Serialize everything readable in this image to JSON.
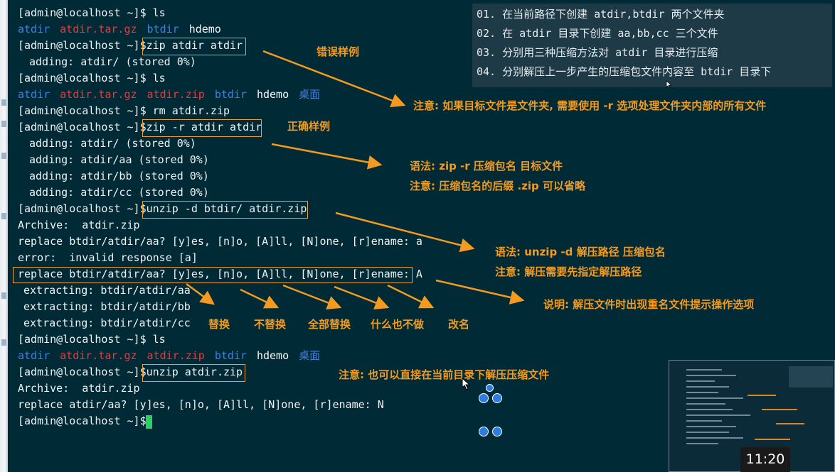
{
  "terminal": {
    "prompt": "[admin@localhost ~]$",
    "ls_1": [
      "atdir",
      "atdir.tar.gz",
      "btdir",
      "hdemo"
    ],
    "cmd_zip_wrong": "zip atdir atdir",
    "out_zip_wrong": "adding: atdir/ (stored 0%)",
    "cmd_ls_2": "ls",
    "ls_2": [
      "atdir",
      "atdir.tar.gz",
      "atdir.zip",
      "btdir",
      "hdemo",
      "桌面"
    ],
    "cmd_rm": "rm atdir.zip",
    "cmd_zip_r": "zip -r atdir atdir",
    "out_zip_r": [
      "adding: atdir/ (stored 0%)",
      "adding: atdir/aa (stored 0%)",
      "adding: atdir/bb (stored 0%)",
      "adding: atdir/cc (stored 0%)"
    ],
    "cmd_unzip_d": "unzip -d btdir/ atdir.zip",
    "archive_1": "Archive:  atdir.zip",
    "replace_1": "replace btdir/atdir/aa? [y]es, [n]o, [A]ll, [N]one, [r]ename: a",
    "error_1": "error:  invalid response [a]",
    "replace_2": "replace btdir/atdir/aa? [y]es, [n]o, [A]ll, [N]one, [r]ename: A",
    "extracting": [
      "extracting: btdir/atdir/aa",
      "extracting: btdir/atdir/bb",
      "extracting: btdir/atdir/cc"
    ],
    "cmd_ls_3": "ls",
    "ls_3": [
      "atdir",
      "atdir.tar.gz",
      "atdir.zip",
      "btdir",
      "hdemo",
      "桌面"
    ],
    "cmd_unzip": "unzip atdir.zip",
    "archive_2": "Archive:  atdir.zip",
    "replace_3": "replace atdir/aa? [y]es, [n]o, [A]ll, [N]one, [r]ename: N"
  },
  "notes": [
    "01. 在当前路径下创建 atdir,btdir 两个文件夹",
    "02. 在 atdir 目录下创建 aa,bb,cc 三个文件",
    "03. 分别用三种压缩方法对 atdir 目录进行压缩",
    "04. 分别解压上一步产生的压缩包文件内容至 btdir 目录下"
  ],
  "annotations": {
    "wrong_example": "错误样例",
    "note_folder": "注意: 如果目标文件是文件夹, 需要使用 -r 选项处理文件夹内部的所有文件",
    "right_example": "正确样例",
    "syntax_zip": "语法: zip -r 压缩包名 目标文件",
    "note_suffix": "注意: 压缩包名的后缀 .zip 可以省略",
    "syntax_unzip": "语法: unzip -d 解压路径 压缩包名",
    "note_path": "注意: 解压需要先指定解压路径",
    "explain_options": "说明: 解压文件时出现重名文件提示操作选项",
    "opt_replace": "替换",
    "opt_no_replace": "不替换",
    "opt_all": "全部替换",
    "opt_none": "什么也不做",
    "opt_rename": "改名",
    "note_current": "注意: 也可以直接在当前目录下解压压缩文件"
  },
  "video": {
    "timestamp": "11:20"
  },
  "colors": {
    "background": "#002b36",
    "annotation": "#f39a1f",
    "dir": "#3f7fe0",
    "archive": "#e23c3c",
    "cursor": "#2ad15a"
  }
}
